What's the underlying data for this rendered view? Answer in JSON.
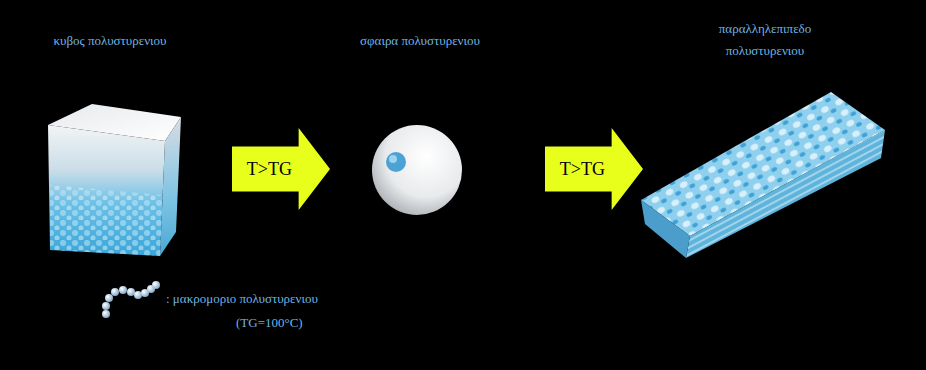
{
  "diagram": {
    "nodes": [
      {
        "text": [
          "κυβος πολυστυρενιου"
        ]
      },
      {
        "text": [
          "T>TG"
        ]
      },
      {
        "text": [
          "σφαιρα πολυστυρενιου"
        ]
      },
      {
        "text": [
          "T>TG"
        ]
      },
      {
        "text": [
          "παραλληλεπιπεδο πολυστυρενιου"
        ]
      }
    ],
    "labels": [
      "(TG=100°C)"
    ],
    "legend": [
      {
        "text": ": μακρομοριο πολυστυρενιου"
      }
    ]
  }
}
